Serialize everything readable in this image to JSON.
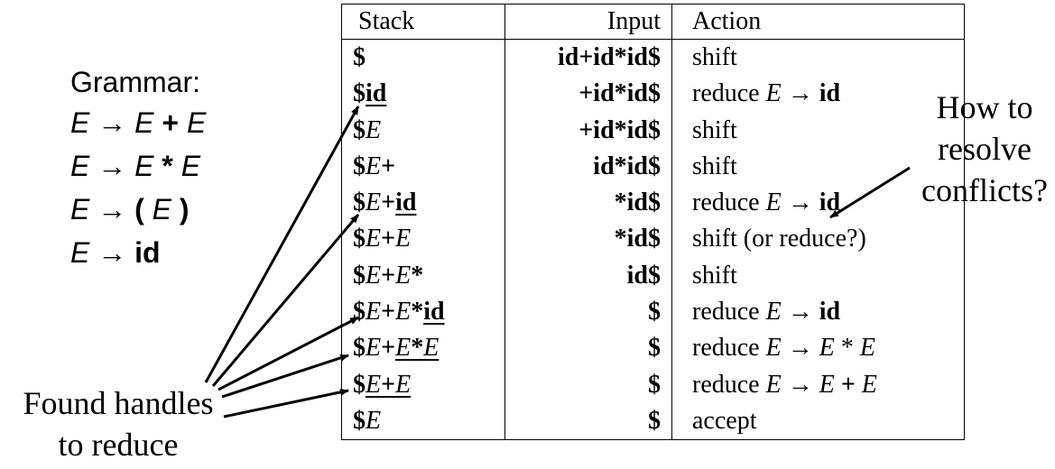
{
  "grammar": {
    "title": "Grammar:",
    "rules": [
      [
        {
          "t": "E",
          "s": "it"
        },
        {
          "t": " → ",
          "s": ""
        },
        {
          "t": "E",
          "s": "it"
        },
        {
          "t": " + ",
          "s": "bd"
        },
        {
          "t": "E",
          "s": "it"
        }
      ],
      [
        {
          "t": "E",
          "s": "it"
        },
        {
          "t": " → ",
          "s": ""
        },
        {
          "t": "E",
          "s": "it"
        },
        {
          "t": " * ",
          "s": "bd"
        },
        {
          "t": "E",
          "s": "it"
        }
      ],
      [
        {
          "t": "E",
          "s": "it"
        },
        {
          "t": " → ",
          "s": ""
        },
        {
          "t": "( ",
          "s": "bd"
        },
        {
          "t": "E",
          "s": "it"
        },
        {
          "t": " )",
          "s": "bd"
        }
      ],
      [
        {
          "t": "E",
          "s": "it"
        },
        {
          "t": " → ",
          "s": ""
        },
        {
          "t": "id",
          "s": "bd"
        }
      ]
    ]
  },
  "table": {
    "headers": {
      "stack": "Stack",
      "input": "Input",
      "action": "Action"
    },
    "rows": [
      {
        "stack": [
          {
            "t": "$"
          }
        ],
        "input": "id+id*id$",
        "action": [
          {
            "t": "shift"
          }
        ]
      },
      {
        "stack": [
          {
            "t": "$"
          },
          {
            "t": "id",
            "u": true
          }
        ],
        "input": "+id*id$",
        "action": [
          {
            "t": "reduce "
          },
          {
            "t": "E",
            "s": "nt"
          },
          {
            "t": " → "
          },
          {
            "t": "id",
            "s": "bd"
          }
        ]
      },
      {
        "stack": [
          {
            "t": "$"
          },
          {
            "t": "E",
            "s": "nt"
          }
        ],
        "input": "+id*id$",
        "action": [
          {
            "t": "shift"
          }
        ]
      },
      {
        "stack": [
          {
            "t": "$"
          },
          {
            "t": "E",
            "s": "nt"
          },
          {
            "t": "+"
          }
        ],
        "input": "id*id$",
        "action": [
          {
            "t": "shift"
          }
        ]
      },
      {
        "stack": [
          {
            "t": "$"
          },
          {
            "t": "E",
            "s": "nt"
          },
          {
            "t": "+"
          },
          {
            "t": "id",
            "u": true
          }
        ],
        "input": "*id$",
        "action": [
          {
            "t": "reduce "
          },
          {
            "t": "E",
            "s": "nt"
          },
          {
            "t": " → "
          },
          {
            "t": "id",
            "s": "bd"
          }
        ]
      },
      {
        "stack": [
          {
            "t": "$"
          },
          {
            "t": "E",
            "s": "nt"
          },
          {
            "t": "+"
          },
          {
            "t": "E",
            "s": "nt"
          }
        ],
        "input": "*id$",
        "action": [
          {
            "t": "shift (or reduce?)"
          }
        ]
      },
      {
        "stack": [
          {
            "t": "$"
          },
          {
            "t": "E",
            "s": "nt"
          },
          {
            "t": "+"
          },
          {
            "t": "E",
            "s": "nt"
          },
          {
            "t": "*"
          }
        ],
        "input": "id$",
        "action": [
          {
            "t": "shift"
          }
        ]
      },
      {
        "stack": [
          {
            "t": "$"
          },
          {
            "t": "E",
            "s": "nt"
          },
          {
            "t": "+"
          },
          {
            "t": "E",
            "s": "nt"
          },
          {
            "t": "*"
          },
          {
            "t": "id",
            "u": true
          }
        ],
        "input": "$",
        "action": [
          {
            "t": "reduce "
          },
          {
            "t": "E",
            "s": "nt"
          },
          {
            "t": " → "
          },
          {
            "t": "id",
            "s": "bd"
          }
        ]
      },
      {
        "stack": [
          {
            "t": "$"
          },
          {
            "t": "E",
            "s": "nt"
          },
          {
            "t": "+"
          },
          {
            "t": "E",
            "s": "nt",
            "u": true
          },
          {
            "t": "*",
            "u": true
          },
          {
            "t": "E",
            "s": "nt",
            "u": true
          }
        ],
        "input": "$",
        "action": [
          {
            "t": "reduce "
          },
          {
            "t": "E",
            "s": "nt"
          },
          {
            "t": " → "
          },
          {
            "t": "E",
            "s": "nt"
          },
          {
            "t": " * "
          },
          {
            "t": "E",
            "s": "nt"
          }
        ]
      },
      {
        "stack": [
          {
            "t": "$"
          },
          {
            "t": "E",
            "s": "nt",
            "u": true
          },
          {
            "t": "+",
            "u": true
          },
          {
            "t": "E",
            "s": "nt",
            "u": true
          }
        ],
        "input": "$",
        "action": [
          {
            "t": "reduce "
          },
          {
            "t": "E",
            "s": "nt"
          },
          {
            "t": " → "
          },
          {
            "t": "E",
            "s": "nt"
          },
          {
            "t": " + ",
            "s": "bd"
          },
          {
            "t": "E",
            "s": "nt"
          }
        ]
      },
      {
        "stack": [
          {
            "t": "$"
          },
          {
            "t": "E",
            "s": "nt"
          }
        ],
        "input": "$",
        "action": [
          {
            "t": "accept"
          }
        ]
      }
    ]
  },
  "notes": {
    "conflicts_line1": "How to",
    "conflicts_line2": "resolve",
    "conflicts_line3": "conflicts?",
    "handles_line1": "Found handles",
    "handles_line2": "to reduce"
  }
}
